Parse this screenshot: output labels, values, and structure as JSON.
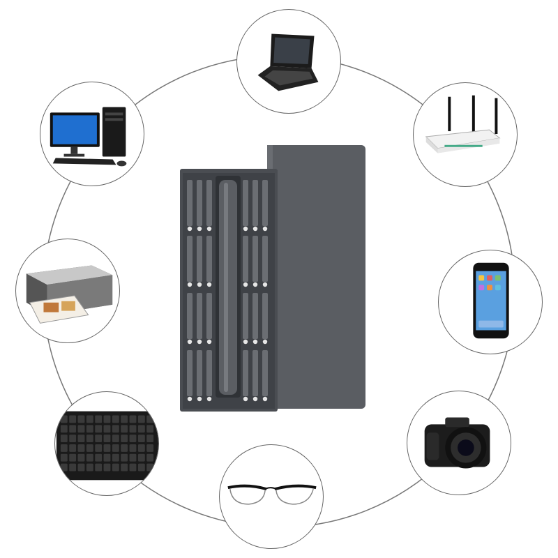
{
  "scene": {
    "subject": "precision-screwdriver-kit",
    "devices": [
      {
        "id": "laptop",
        "icon": "laptop-icon"
      },
      {
        "id": "router",
        "icon": "router-icon"
      },
      {
        "id": "smartphone",
        "icon": "smartphone-icon"
      },
      {
        "id": "camera",
        "icon": "camera-icon"
      },
      {
        "id": "eyeglasses",
        "icon": "eyeglasses-icon"
      },
      {
        "id": "keyboard",
        "icon": "keyboard-icon"
      },
      {
        "id": "printer",
        "icon": "printer-icon"
      },
      {
        "id": "desktop-computer",
        "icon": "desktop-computer-icon"
      }
    ],
    "colors": {
      "case": "#5a5d62",
      "tray": "#4a4d52",
      "bits": "#6b6e73",
      "handle": "#3e4146",
      "ring": "#666666"
    }
  }
}
